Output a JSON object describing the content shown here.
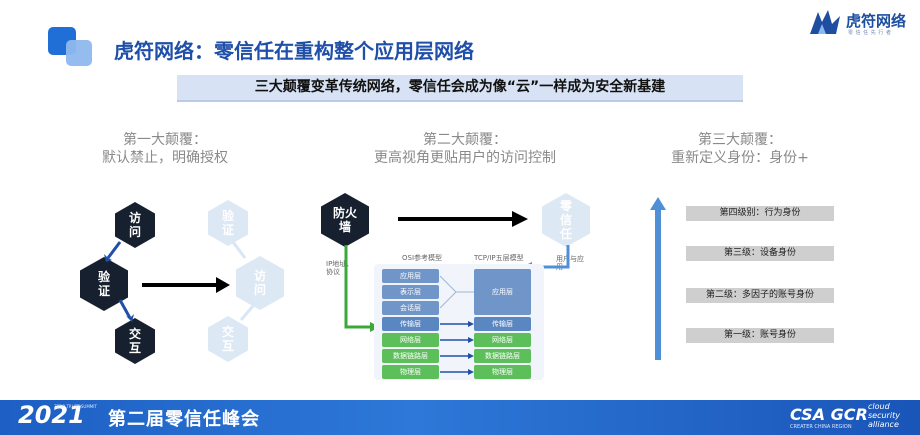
{
  "header": {
    "title": "虎符网络：零信任在重构整个应用层网络",
    "logo_name": "虎符网络",
    "logo_sub": "零 信 任 先 行 者"
  },
  "banner": "三大颠覆变革传统网络，零信任会成为像“云”一样成为安全新基建",
  "col1": {
    "title": "第一大颠覆：",
    "subtitle": "默认禁止，明确授权",
    "hex": {
      "fangwen_dark": "访问",
      "yanzheng_dark": "验证",
      "jiaohu_dark": "交互",
      "yanzheng_light": "验证",
      "fangwen_light": "访问",
      "jiaohu_light": "交互"
    }
  },
  "col2": {
    "title": "第二大颠覆：",
    "subtitle": "更高视角更贴用户的访问控制",
    "firewall": "防火墙",
    "zero_trust": "零信任",
    "left_note": "IP地址、协议",
    "right_note": "用户与应用",
    "osi_header": "OSI参考模型",
    "tcp_header": "TCP/IP五层模型",
    "osi_layers": [
      "应用层",
      "表示层",
      "会话层",
      "传输层",
      "网络层",
      "数据链路层",
      "物理层"
    ],
    "tcp_app": "应用层",
    "tcp_layers": [
      "传输层",
      "网络层",
      "数据链路层",
      "物理层"
    ]
  },
  "col3": {
    "title": "第三大颠覆：",
    "subtitle": "重新定义身份：身份+",
    "levels": [
      "第四级别：行为身份",
      "第三级：设备身份",
      "第二级：多因子的账号身份",
      "第一级：账号身份"
    ]
  },
  "footer": {
    "year": "2021",
    "summit_en": "ZERO TRUST SUMMIT",
    "title": "第二届零信任峰会",
    "brand": "CSA GCR",
    "brand_cloud": "cloud\nsecurity\nalliance",
    "brand_sub": "CREATER CHINA REGION"
  },
  "colors": {
    "title_blue": "#1f4fa8",
    "dark_hex": "#16202e",
    "light_hex": "#dde8f5",
    "osi_blue": "#6f95c9",
    "osi_green": "#5cbf5a",
    "arrow_blue": "#4f8fd8",
    "footer_blue": "#1d5fc4"
  }
}
